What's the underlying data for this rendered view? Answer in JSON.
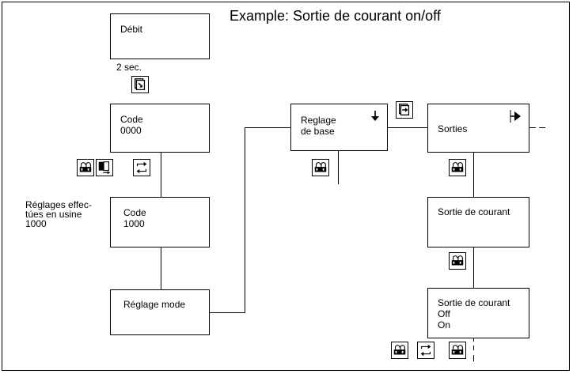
{
  "title": "Example: Sortie de courant on/off",
  "boxes": {
    "debit": "Débit",
    "code_a_1": "Code",
    "code_a_2": "0000",
    "code_b_1": "Code",
    "code_b_2": "1000",
    "reglage_mode": "Réglage mode",
    "reglage_base_1": "Reglage",
    "reglage_base_2": "de base",
    "sorties": "Sorties",
    "sortie_courant": "Sortie de courant",
    "sortie_courant_2": "Sortie de courant",
    "off": "Off",
    "on": "On"
  },
  "labels": {
    "two_sec": "2 sec.",
    "factory_1": "Réglages effec-",
    "factory_2": "túes en usine",
    "factory_3": "1000"
  },
  "icons": [
    "key-pad-icon",
    "menu-enter-icon",
    "display-toggle-icon",
    "cycle-arrows-icon",
    "next-page-icon"
  ]
}
